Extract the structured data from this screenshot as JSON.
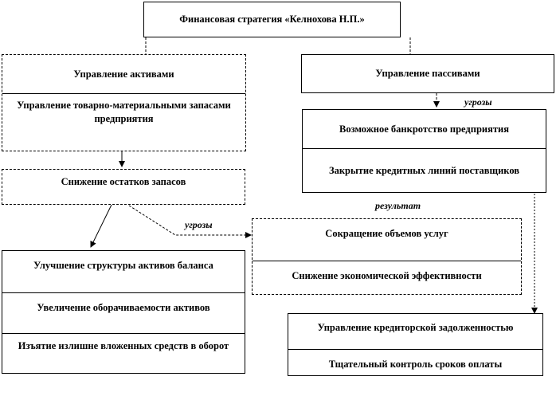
{
  "diagram": {
    "title": "Финансовая стратегия «Келнохова Н.П.»",
    "assets_header": "Управление активами",
    "assets_sub": "Управление товарно-материальными запасами предприятия",
    "liabilities_header": "Управление пассивами",
    "threats_label_1": "угрозы",
    "bankruptcy": "Возможное банкротство предприятия",
    "credit_lines": "Закрытие кредитных линий поставщиков",
    "stock_reduction": "Снижение остатков запасов",
    "result_label": "результат",
    "threats_label_2": "угрозы",
    "services_reduction": "Сокращение объемов услуг",
    "economic_efficiency": "Снижение экономической эффективности",
    "structure_improve": "Улучшение структуры активов баланса",
    "turnover_increase": "Увеличение оборачиваемости активов",
    "excess_withdraw": "Изъятие излишне вложенных средств в оборот",
    "payables_mgmt": "Управление кредиторской задолженностью",
    "payment_control": "Тщательный контроль сроков оплаты"
  }
}
